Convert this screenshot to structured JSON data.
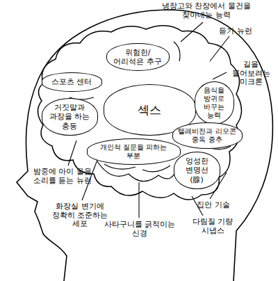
{
  "diagram": {
    "nodes": [
      {
        "text": [
          "위험한/ 어리석은 추구"
        ]
      },
      {
        "text": [
          "스포츠 센터"
        ]
      },
      {
        "text": [
          "섹스"
        ]
      },
      {
        "text": [
          "음식을 방귀로 바꾸는 능력"
        ]
      },
      {
        "text": [
          "거짓말과 과장을 하는 충동"
        ]
      },
      {
        "text": [
          "텔레비전과 리모콘 중독 중추"
        ]
      },
      {
        "text": [
          "개인적 질문을 피하는 부분"
        ]
      },
      {
        "text": [
          "엉성한 변명선(腺)"
        ]
      }
    ],
    "labels": [
      "냉장고와 찬장에서 물건을 찾아내는 능력",
      "듣기 뉴런",
      "길을 물어보려는 미크론",
      "밤중에 아이 울음 소리를 듣는 뉴런",
      "화장실 변기에 정확히 조준하는 세포",
      "사타구니를 긁적이는 신경",
      "집안 기술",
      "다림질 기량 시냅스"
    ]
  }
}
